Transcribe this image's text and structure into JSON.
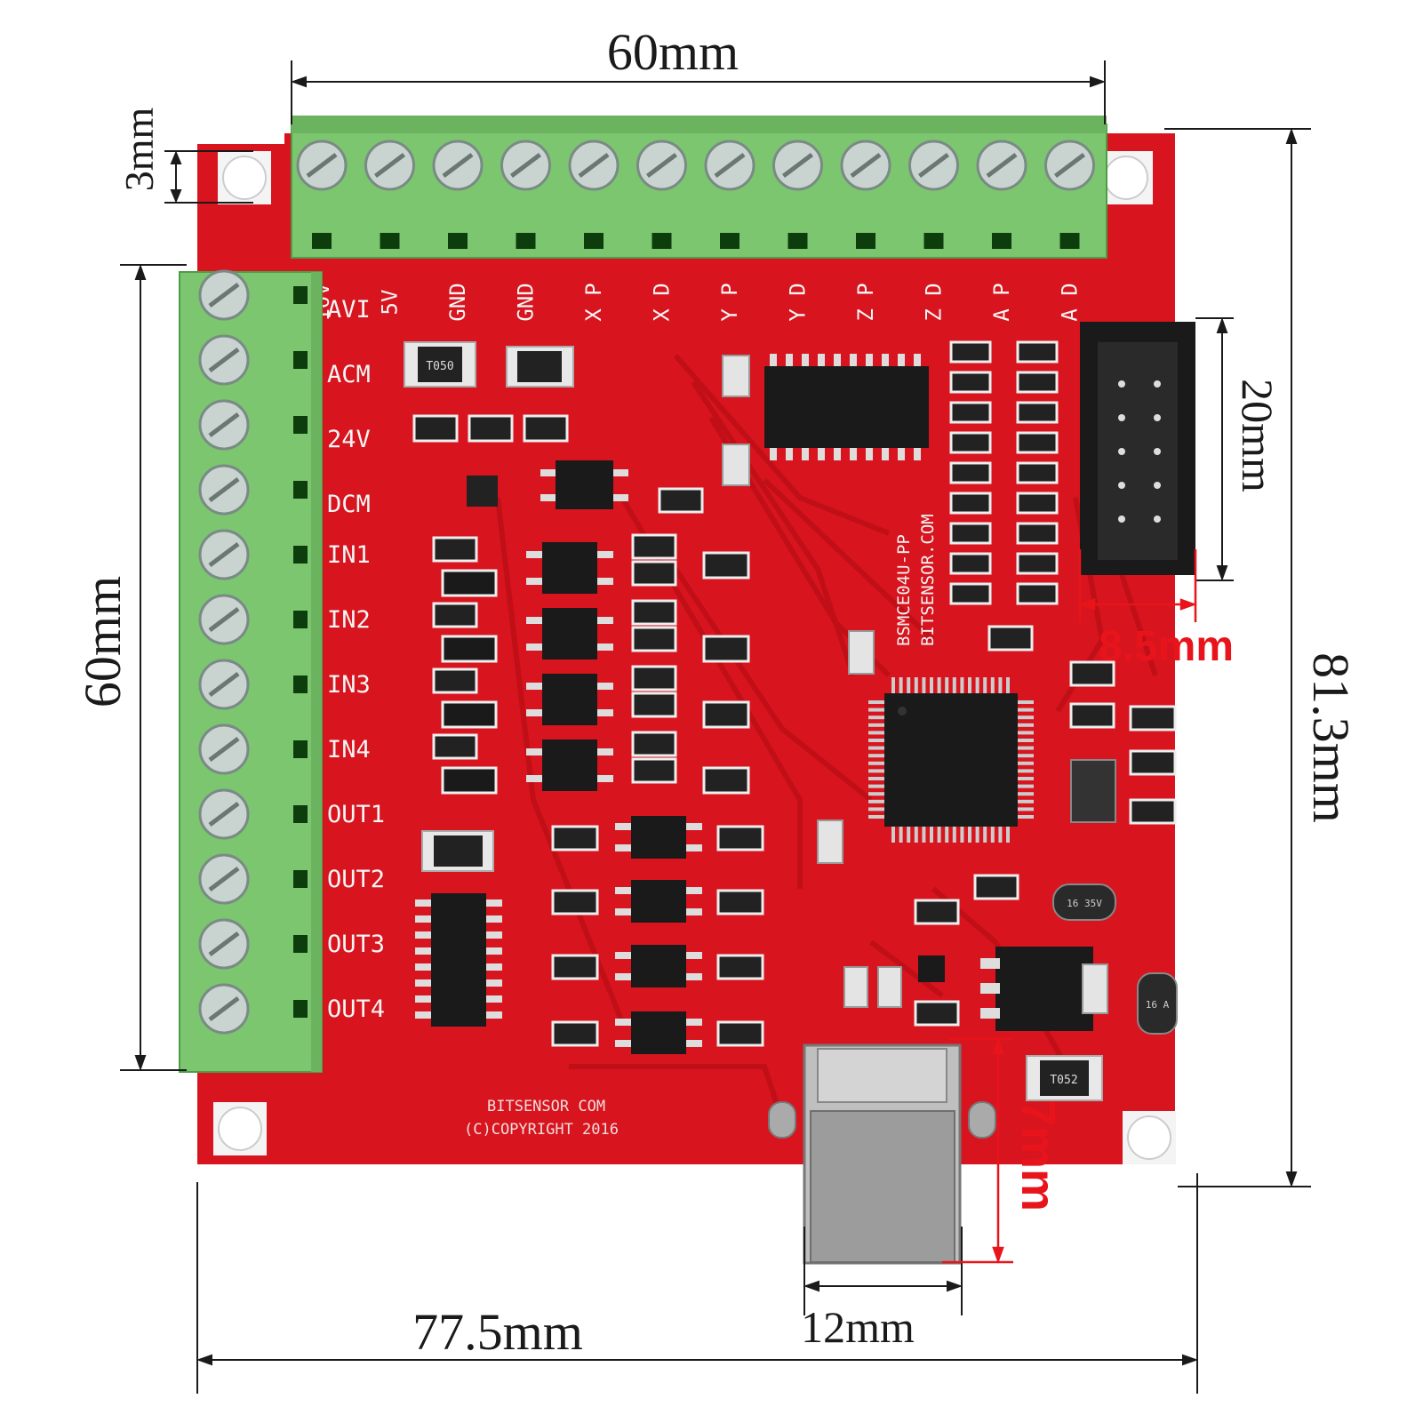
{
  "dimensions": {
    "top_width": "60mm",
    "terminal_offset": "3mm",
    "left_height": "60mm",
    "connector_height": "20mm",
    "connector_width": "8.5mm",
    "board_height": "81.3mm",
    "usb_height": "7mm",
    "usb_width": "12mm",
    "board_width": "77.5mm"
  },
  "top_terminals": [
    "10V",
    "5V",
    "GND",
    "GND",
    "X P",
    "X D",
    "Y P",
    "Y D",
    "Z P",
    "Z D",
    "A P",
    "A D"
  ],
  "left_terminals": [
    "AVI",
    "ACM",
    "24V",
    "DCM",
    "IN1",
    "IN2",
    "IN3",
    "IN4",
    "OUT1",
    "OUT2",
    "OUT3",
    "OUT4"
  ],
  "board_model": "BSMCE04U-PP",
  "board_site": "BITSENSOR.COM",
  "copyright_line1": "BITSENSOR COM",
  "copyright_line2": "(C)COPYRIGHT 2016",
  "component_marks": {
    "fuse_top": "T050",
    "fuse_bottom": "T052",
    "cap_1": "16 35V",
    "cap_2": "16 A"
  },
  "colors": {
    "pcb": "#d8141e",
    "pcb_dark": "#b50f18",
    "terminal": "#7cc66f",
    "terminal_dark": "#4f9c48",
    "dim_red": "#e8141b"
  }
}
